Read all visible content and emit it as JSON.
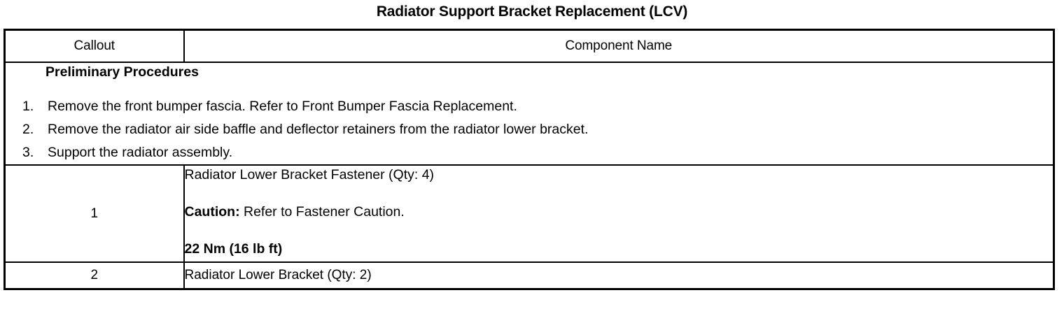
{
  "document": {
    "title": "Radiator Support Bracket Replacement (LCV)"
  },
  "table": {
    "headers": {
      "callout": "Callout",
      "component_name": "Component Name"
    },
    "preliminary": {
      "heading": "Preliminary Procedures",
      "steps": [
        {
          "number": "1.",
          "text": "Remove the front bumper fascia. Refer to Front Bumper Fascia Replacement."
        },
        {
          "number": "2.",
          "text": "Remove the radiator air side baffle and deflector retainers from the radiator lower bracket."
        },
        {
          "number": "3.",
          "text": "Support the radiator assembly."
        }
      ]
    },
    "rows": [
      {
        "callout": "1",
        "component": "Radiator Lower Bracket Fastener (Qty: 4)",
        "caution_label": "Caution:",
        "caution_text": " Refer to Fastener Caution.",
        "torque": "22 Nm (16 lb ft)"
      },
      {
        "callout": "2",
        "component": "Radiator Lower Bracket (Qty: 2)"
      }
    ]
  }
}
